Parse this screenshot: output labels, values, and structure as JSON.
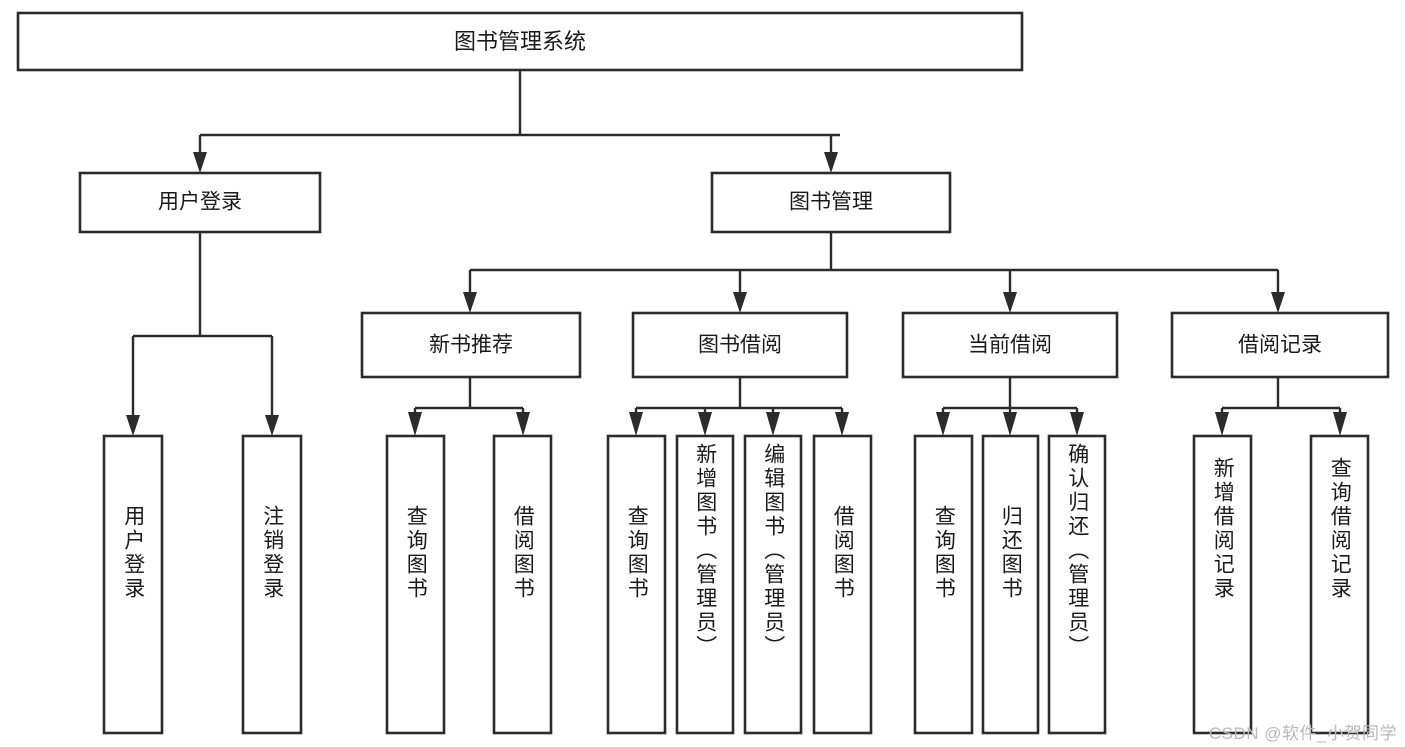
{
  "diagram": {
    "type": "tree-hierarchy",
    "title": "图书管理系统",
    "watermark": "CSDN @软件_小贺同学",
    "colors": {
      "stroke": "#2b2b2b",
      "fill": "#ffffff",
      "text": "#1a1a1a",
      "watermark": "#b9b9b9"
    },
    "nodes": {
      "root": {
        "label": "图书管理系统",
        "level": 0
      },
      "l1": [
        {
          "id": "user-login",
          "label": "用户登录"
        },
        {
          "id": "book-manage",
          "label": "图书管理"
        }
      ],
      "l2": [
        {
          "id": "new-book-rec",
          "label": "新书推荐",
          "parent": "book-manage"
        },
        {
          "id": "book-borrow",
          "label": "图书借阅",
          "parent": "book-manage"
        },
        {
          "id": "current-borrow",
          "label": "当前借阅",
          "parent": "book-manage"
        },
        {
          "id": "borrow-record",
          "label": "借阅记录",
          "parent": "book-manage"
        }
      ],
      "leaves": [
        {
          "id": "leaf-user-login",
          "label": "用户登录",
          "parent": "user-login"
        },
        {
          "id": "leaf-logout",
          "label": "注销登录",
          "parent": "user-login"
        },
        {
          "id": "leaf-query-book-1",
          "label": "查询图书",
          "parent": "new-book-rec"
        },
        {
          "id": "leaf-borrow-book-1",
          "label": "借阅图书",
          "parent": "new-book-rec"
        },
        {
          "id": "leaf-query-book-2",
          "label": "查询图书",
          "parent": "book-borrow"
        },
        {
          "id": "leaf-add-book",
          "label": "新增图书（管理员）",
          "parent": "book-borrow"
        },
        {
          "id": "leaf-edit-book",
          "label": "编辑图书（管理员）",
          "parent": "book-borrow"
        },
        {
          "id": "leaf-borrow-book-2",
          "label": "借阅图书",
          "parent": "book-borrow"
        },
        {
          "id": "leaf-query-book-3",
          "label": "查询图书",
          "parent": "current-borrow"
        },
        {
          "id": "leaf-return-book",
          "label": "归还图书",
          "parent": "current-borrow"
        },
        {
          "id": "leaf-confirm-return",
          "label": "确认归还（管理员）",
          "parent": "current-borrow"
        },
        {
          "id": "leaf-add-record",
          "label": "新增借阅记录",
          "parent": "borrow-record"
        },
        {
          "id": "leaf-query-record",
          "label": "查询借阅记录",
          "parent": "borrow-record"
        }
      ]
    }
  }
}
